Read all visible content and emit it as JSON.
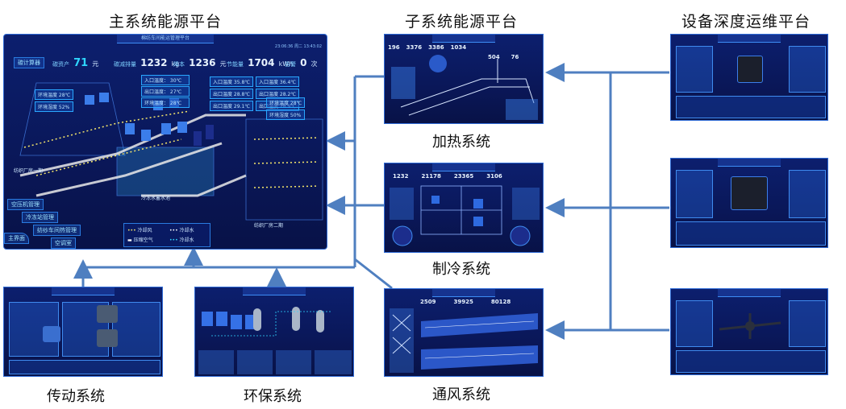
{
  "headings": {
    "main_platform": "主系统能源平台",
    "sub_platform": "子系统能源平台",
    "om_platform": "设备深度运维平台"
  },
  "subsystems": {
    "heating": "加热系统",
    "cooling": "制冷系统",
    "ventilation": "通风系统",
    "transmission": "传动系统",
    "environmental": "环保系统"
  },
  "main_panel": {
    "title": "棉纺车间能运管理平台",
    "timestamp": "23:06:36 周二 13:43:02",
    "calc_button": "碳计算器",
    "metrics": [
      {
        "label": "碳资产",
        "value": "71",
        "unit": "元"
      },
      {
        "label": "碳减排量",
        "value": "1232",
        "unit": "kg"
      },
      {
        "label": "降本",
        "value": "1236",
        "unit": "元"
      },
      {
        "label": "节能量",
        "value": "1704",
        "unit": "kWh"
      },
      {
        "label": "告警",
        "value": "0",
        "unit": "次"
      }
    ],
    "area_labels": {
      "area_one": "纺织厂房一期",
      "area_two": "纺织厂房二期",
      "cold_water": "冷冻水蓄水池"
    },
    "readings_center": [
      "入口温度： 30℃",
      "出口温度： 27℃",
      "环境温度： 28℃"
    ],
    "readings_right": [
      "入口温度 35.8℃",
      "入口温度 36.4℃",
      "出口温度 28.8℃",
      "出口温度 28.2℃",
      "出口温度 29.1℃",
      "出口温度 28.9℃"
    ],
    "env_left": [
      "环境温度 28℃",
      "环境湿度 52%"
    ],
    "env_right": [
      "环境温度 28℃",
      "环境湿度 50%"
    ],
    "nav_items": [
      "空压机管理",
      "冷冻站管理",
      "纺纱车间热管理",
      "空调室"
    ],
    "home_button": "主界面",
    "legend": [
      "冷却风",
      "冷却水",
      "压缩空气",
      "冷却水"
    ]
  },
  "sub_heating": {
    "metrics": [
      "196",
      "3376",
      "3386",
      "1034",
      "504",
      "76"
    ]
  },
  "sub_cooling": {
    "metrics": [
      "1232",
      "21178",
      "23365",
      "3106"
    ]
  },
  "sub_ventilation": {
    "metrics": [
      "2509",
      "39925",
      "80128"
    ]
  },
  "colors": {
    "panel_bg": "#0a1758",
    "panel_border": "#2f6bd6",
    "accent_cyan": "#2fd6ff",
    "connector": "#4f7fc0",
    "text_dark": "#111111"
  }
}
